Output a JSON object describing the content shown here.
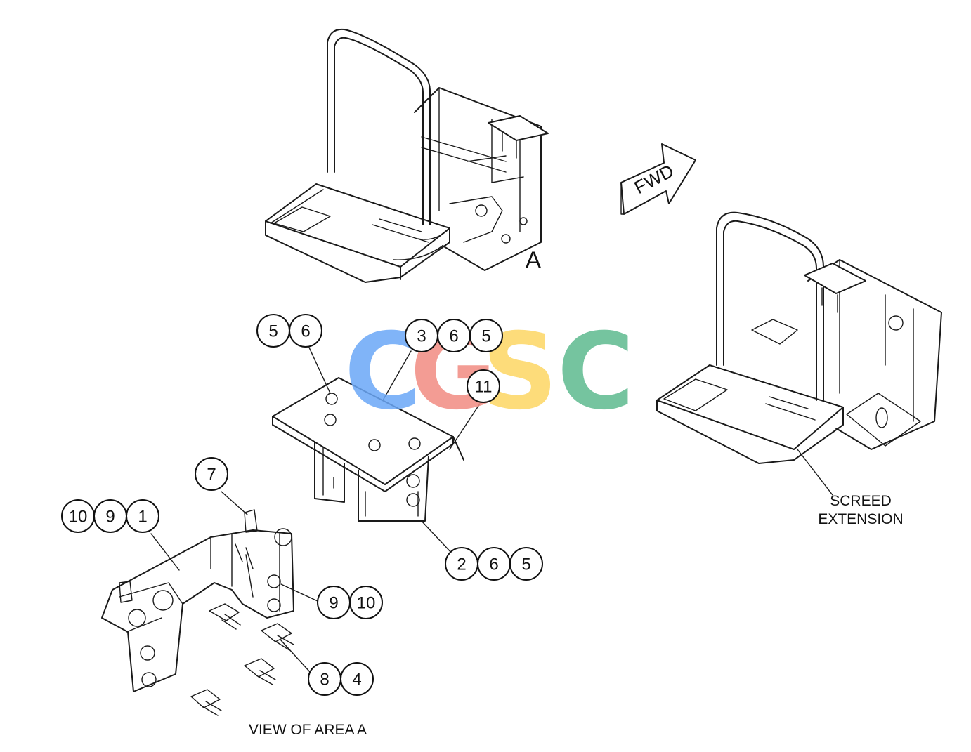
{
  "title_view": "VIEW OF AREA A",
  "area_letter": "A",
  "direction_arrow": {
    "label": "FWD"
  },
  "screed_extension": {
    "line1": "SCREED",
    "line2": "EXTENSION"
  },
  "callouts": {
    "group_5_6": [
      "5",
      "6"
    ],
    "group_3_6_5": [
      "3",
      "6",
      "5"
    ],
    "group_11": [
      "11"
    ],
    "group_7": [
      "7"
    ],
    "group_10_9_1": [
      "10",
      "9",
      "1"
    ],
    "group_2_6_5": [
      "2",
      "6",
      "5"
    ],
    "group_9_10": [
      "9",
      "10"
    ],
    "group_8_4": [
      "8",
      "4"
    ]
  },
  "watermark": {
    "letters": [
      "C",
      "G",
      "S",
      "C"
    ],
    "colors": [
      "#6aa7f7",
      "#f28b82",
      "#fdd663",
      "#5dba8f"
    ]
  }
}
